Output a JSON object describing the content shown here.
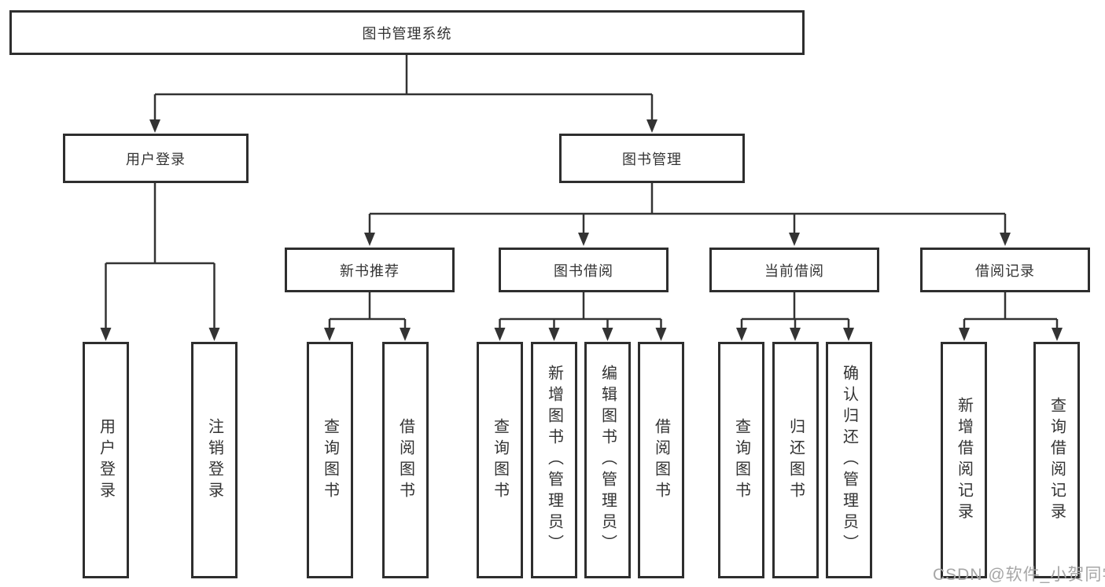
{
  "diagram": {
    "root": {
      "label": "图书管理系统"
    },
    "branches": [
      {
        "label": "用户登录",
        "children": [
          {
            "label": "用户登录"
          },
          {
            "label": "注销登录"
          }
        ]
      },
      {
        "label": "图书管理",
        "groups": [
          {
            "label": "新书推荐",
            "children": [
              {
                "label": "查询图书"
              },
              {
                "label": "借阅图书"
              }
            ]
          },
          {
            "label": "图书借阅",
            "children": [
              {
                "label": "查询图书"
              },
              {
                "label": "新增图书（管理员）"
              },
              {
                "label": "编辑图书（管理员）"
              },
              {
                "label": "借阅图书"
              }
            ]
          },
          {
            "label": "当前借阅",
            "children": [
              {
                "label": "查询图书"
              },
              {
                "label": "归还图书"
              },
              {
                "label": "确认归还（管理员）"
              }
            ]
          },
          {
            "label": "借阅记录",
            "children": [
              {
                "label": "新增借阅记录"
              },
              {
                "label": "查询借阅记录"
              }
            ]
          }
        ]
      }
    ]
  },
  "watermark": {
    "text": "CSDN @软件_小贺同学"
  },
  "colors": {
    "line": "#333333",
    "box-border": "#2e2e2e",
    "text": "#333333",
    "watermark": "#a6a6a6",
    "background": "#ffffff"
  }
}
